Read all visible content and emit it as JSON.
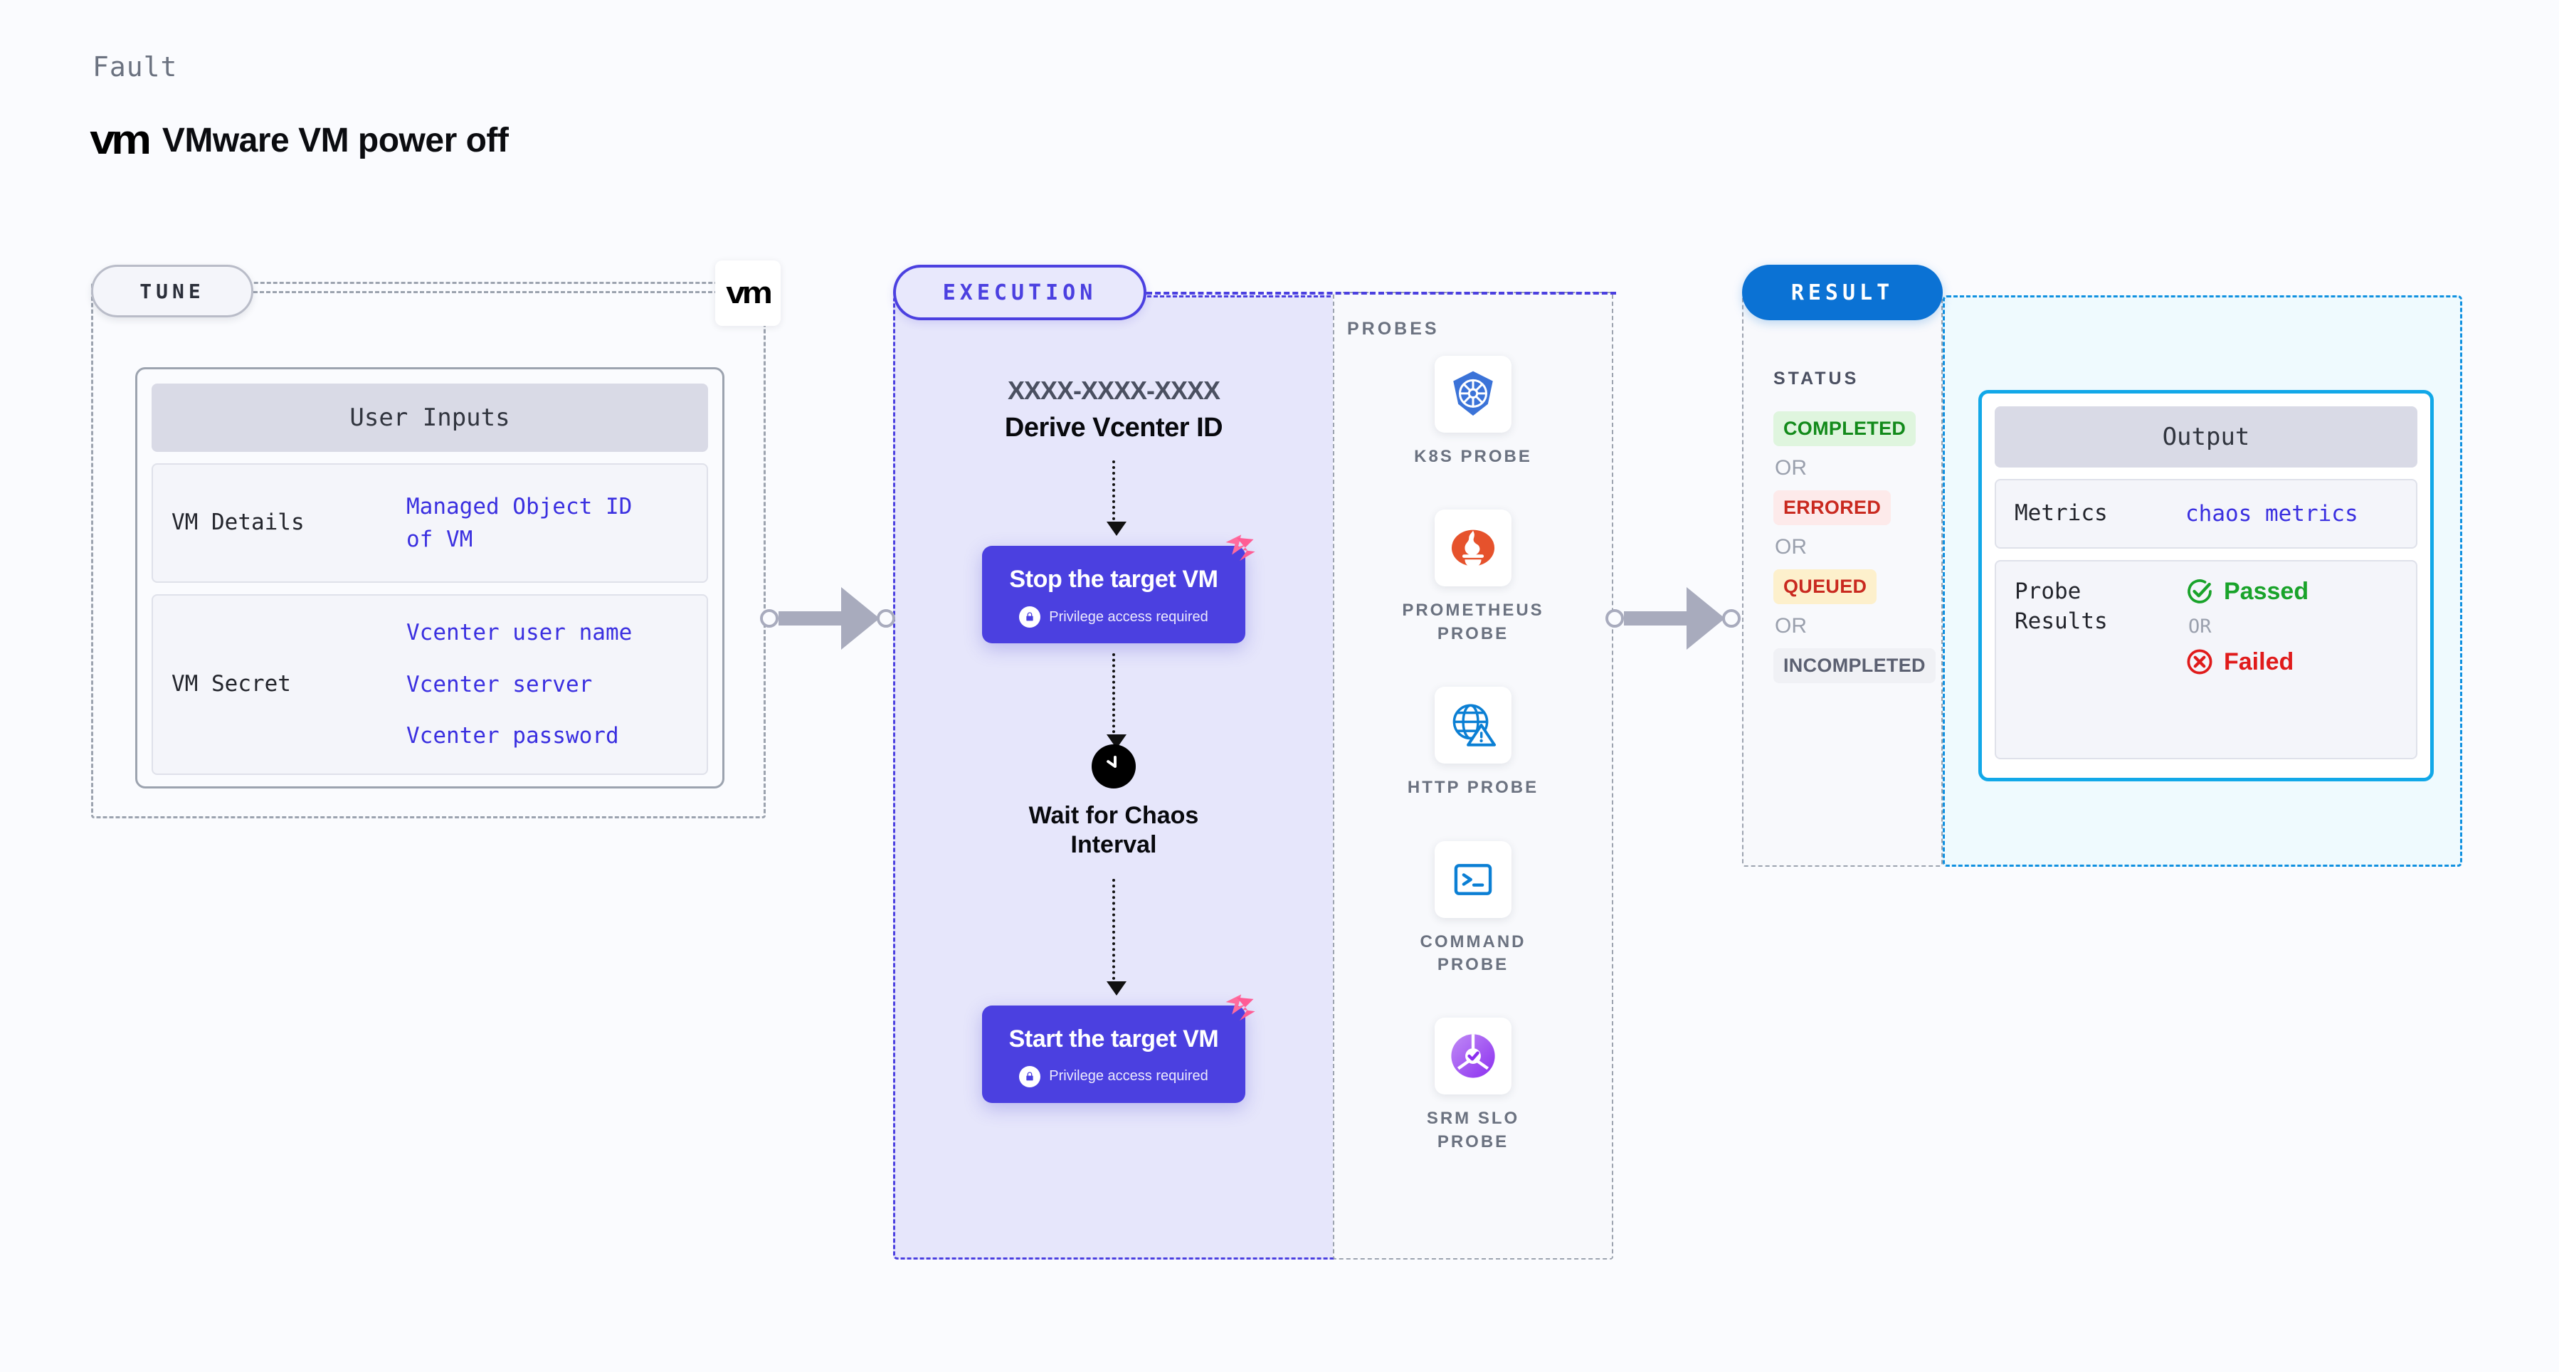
{
  "header": {
    "kicker": "Fault",
    "logo_text": "vm",
    "title": "VMware VM power off"
  },
  "tune": {
    "pill_label": "TUNE",
    "badge_logo": "vm",
    "card": {
      "head": "User Inputs",
      "rows": [
        {
          "label": "VM Details",
          "values": [
            "Managed Object ID",
            "of VM"
          ]
        },
        {
          "label": "VM Secret",
          "values": [
            "Vcenter user name",
            "Vcenter server",
            "Vcenter password"
          ]
        }
      ]
    }
  },
  "execution": {
    "pill_label": "EXECUTION",
    "id_placeholder": "XXXX-XXXX-XXXX",
    "derive_label": "Derive Vcenter ID",
    "steps": [
      {
        "title": "Stop the target VM",
        "sub": "Privilege access required"
      },
      {
        "title": "Start the target VM",
        "sub": "Privilege access required"
      }
    ],
    "wait_label": "Wait for Chaos Interval"
  },
  "probes": {
    "title": "PROBES",
    "items": [
      {
        "label": "K8S PROBE",
        "icon": "kubernetes-icon"
      },
      {
        "label": "PROMETHEUS PROBE",
        "icon": "prometheus-icon"
      },
      {
        "label": "HTTP PROBE",
        "icon": "http-globe-icon"
      },
      {
        "label": "COMMAND PROBE",
        "icon": "terminal-icon"
      },
      {
        "label": "SRM SLO PROBE",
        "icon": "srm-slo-icon"
      }
    ]
  },
  "result": {
    "pill_label": "RESULT",
    "status_title": "STATUS",
    "or_label": "OR",
    "statuses": [
      {
        "label": "COMPLETED",
        "bg": "#dff5de",
        "color": "#128a1a"
      },
      {
        "label": "ERRORED",
        "bg": "#fdeaea",
        "color": "#c9291f"
      },
      {
        "label": "QUEUED",
        "bg": "#fdf0cc",
        "color": "#c9291f"
      },
      {
        "label": "INCOMPLETED",
        "bg": "#f0f1f5",
        "color": "#5b6071"
      }
    ]
  },
  "output": {
    "head": "Output",
    "metrics_label": "Metrics",
    "metrics_value": "chaos metrics",
    "probe_results_label": "Probe Results",
    "passed_label": "Passed",
    "or_label": "OR",
    "failed_label": "Failed"
  },
  "colors": {
    "accent_indigo": "#4b40e0",
    "accent_blue": "#0b72d4",
    "accent_cyan": "#12a8e8",
    "value_blue": "#3a2fe0",
    "pass_green": "#19a32a",
    "fail_red": "#e01b1b",
    "connector_gray": "#a8abbd"
  }
}
